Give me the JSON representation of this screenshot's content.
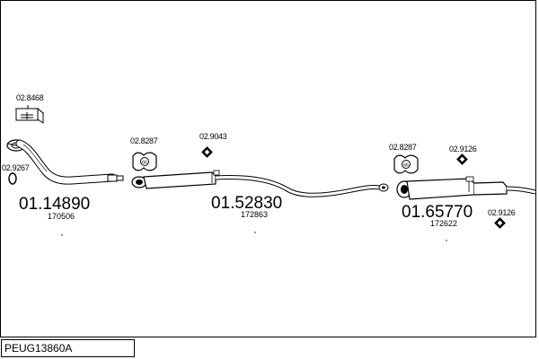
{
  "reference": "PEUG13860A",
  "parts": {
    "clamp_box": "02.8468",
    "gasket_front": "02.9267",
    "front_pipe": "01.14890",
    "front_pipe_oe": "170506",
    "mount_front_mid": "02.8287",
    "bracket_mid": "02.9043",
    "middle_silencer": "01.52830",
    "middle_silencer_oe": "172863",
    "mount_rear": "02.8287",
    "bracket_rear_top": "02.9126",
    "rear_silencer": "01.65770",
    "rear_silencer_oe": "172622",
    "bracket_rear_bottom": "02.9126"
  },
  "mount_badge": "66"
}
